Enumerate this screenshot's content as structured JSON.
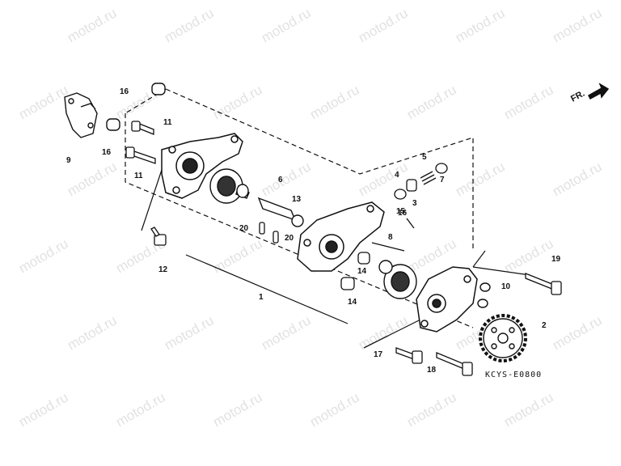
{
  "watermark": "motod.ru",
  "direction_label": "FR.",
  "diagram_code": "KCYS-E0800",
  "callouts": {
    "c1": "1",
    "c2": "2",
    "c3": "3",
    "c4": "4",
    "c5": "5",
    "c6": "6",
    "c7": "7",
    "c8": "8",
    "c9": "9",
    "c10": "10",
    "c11a": "11",
    "c11b": "11",
    "c12": "12",
    "c13": "13",
    "c14a": "14",
    "c14b": "14",
    "c15": "15",
    "c16a": "16",
    "c16b": "16",
    "c16c": "16",
    "c17": "17",
    "c18": "18",
    "c19": "19",
    "c20a": "20",
    "c20b": "20"
  },
  "colors": {
    "line": "#111111",
    "watermark": "#e2e2e2",
    "background": "#ffffff"
  }
}
